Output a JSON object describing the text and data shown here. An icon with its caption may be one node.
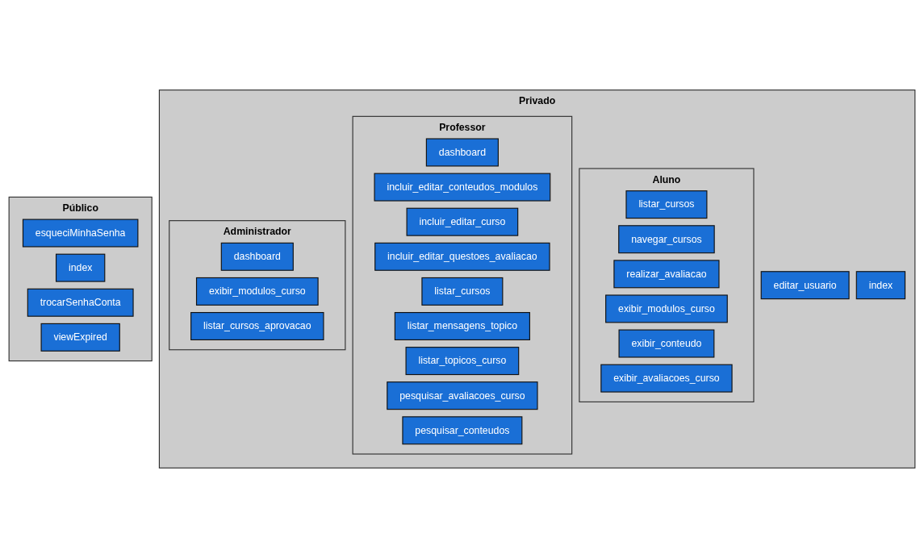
{
  "diagram": {
    "nodes": [
      {
        "text": [
          "Público"
        ]
      },
      {
        "text": [
          "esqueciMinhaSenha"
        ],
        "in": 0
      },
      {
        "text": [
          "index"
        ],
        "in": 0
      },
      {
        "text": [
          "trocarSenhaConta"
        ],
        "in": 0
      },
      {
        "text": [
          "viewExpired"
        ],
        "in": 0
      },
      {
        "text": [
          "Privado"
        ]
      },
      {
        "text": [
          "Administrador"
        ],
        "in": 5
      },
      {
        "text": [
          "dashboard"
        ],
        "in": 6
      },
      {
        "text": [
          "exibir_modulos_curso"
        ],
        "in": 6
      },
      {
        "text": [
          "listar_cursos_aprovacao"
        ],
        "in": 6
      },
      {
        "text": [
          "Professor"
        ],
        "in": 5
      },
      {
        "text": [
          "dashboard"
        ],
        "in": 10
      },
      {
        "text": [
          "incluir_editar_conteudos_modulos"
        ],
        "in": 10
      },
      {
        "text": [
          "incluir_editar_curso"
        ],
        "in": 10
      },
      {
        "text": [
          "incluir_editar_questoes_avaliacao"
        ],
        "in": 10
      },
      {
        "text": [
          "listar_cursos"
        ],
        "in": 10
      },
      {
        "text": [
          "listar_mensagens_topico"
        ],
        "in": 10
      },
      {
        "text": [
          "listar_topicos_curso"
        ],
        "in": 10
      },
      {
        "text": [
          "pesquisar_avaliacoes_curso"
        ],
        "in": 10
      },
      {
        "text": [
          "pesquisar_conteudos"
        ],
        "in": 10
      },
      {
        "text": [
          "Aluno"
        ],
        "in": 5
      },
      {
        "text": [
          "listar_cursos"
        ],
        "in": 20
      },
      {
        "text": [
          "navegar_cursos"
        ],
        "in": 20
      },
      {
        "text": [
          "realizar_avaliacao"
        ],
        "in": 20
      },
      {
        "text": [
          "exibir_modulos_curso"
        ],
        "in": 20
      },
      {
        "text": [
          "exibir_conteudo"
        ],
        "in": 20
      },
      {
        "text": [
          "exibir_avaliacoes_curso"
        ],
        "in": 20
      },
      {
        "text": [
          "index"
        ],
        "in": 5
      },
      {
        "text": [
          "editar_usuario"
        ],
        "in": 5
      }
    ],
    "edges": []
  }
}
